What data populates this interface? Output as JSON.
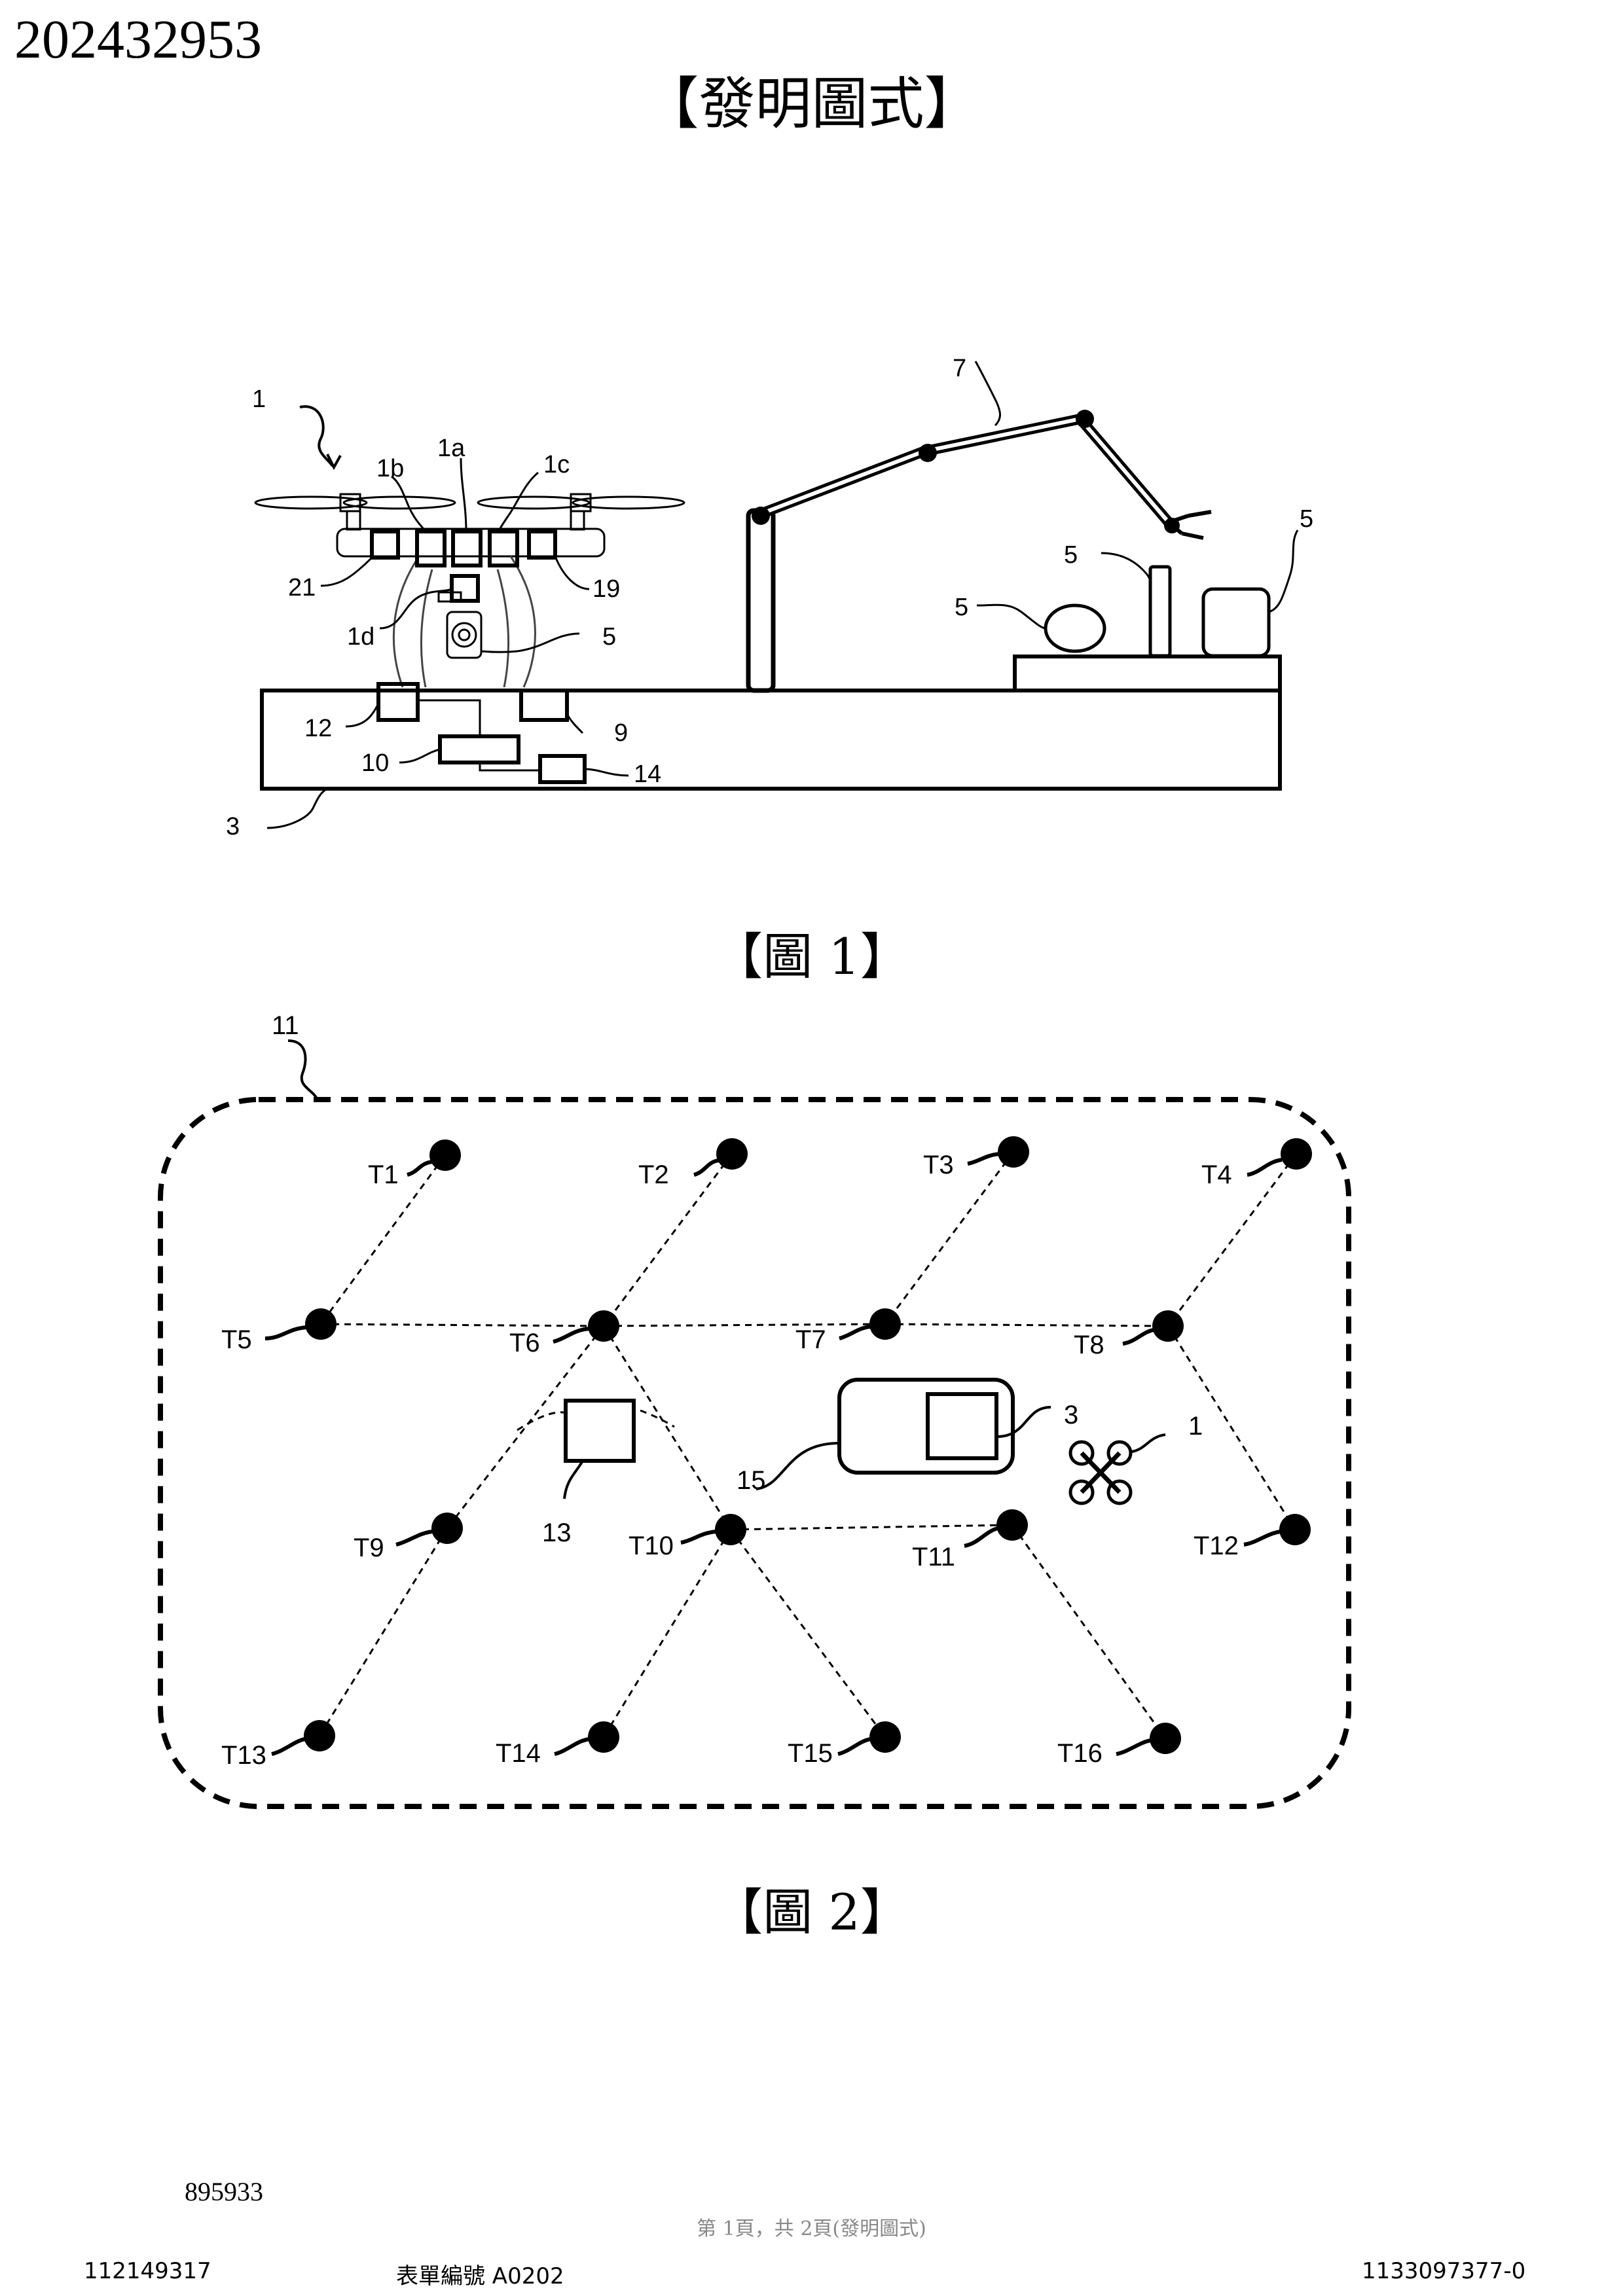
{
  "header": {
    "publication_number": "202432953",
    "section_title": "【發明圖式】"
  },
  "figure1": {
    "caption": "【圖 1】",
    "labels": {
      "drone": "1",
      "drone_1a": "1a",
      "drone_1b": "1b",
      "drone_1c": "1c",
      "drone_1d": "1d",
      "unit_21": "21",
      "unit_19": "19",
      "camera_5": "5",
      "table_3": "3",
      "unit_12": "12",
      "unit_9": "9",
      "unit_10": "10",
      "unit_14": "14",
      "arm_7": "7",
      "object_egg_5": "5",
      "object_bottle_5": "5",
      "object_box_5": "5"
    }
  },
  "figure2": {
    "caption": "【圖 2】",
    "labels": {
      "area_11": "11",
      "unit_13": "13",
      "unit_15": "15",
      "table_3": "3",
      "drone_1": "1"
    },
    "nodes": [
      "T1",
      "T2",
      "T3",
      "T4",
      "T5",
      "T6",
      "T7",
      "T8",
      "T9",
      "T10",
      "T11",
      "T12",
      "T13",
      "T14",
      "T15",
      "T16"
    ]
  },
  "footer": {
    "left_code": "895933",
    "page_info": "第 1頁，共 2頁(發明圖式)",
    "application_number": "112149317",
    "form_code": "表單編號 A0202",
    "document_number": "1133097377-0"
  }
}
